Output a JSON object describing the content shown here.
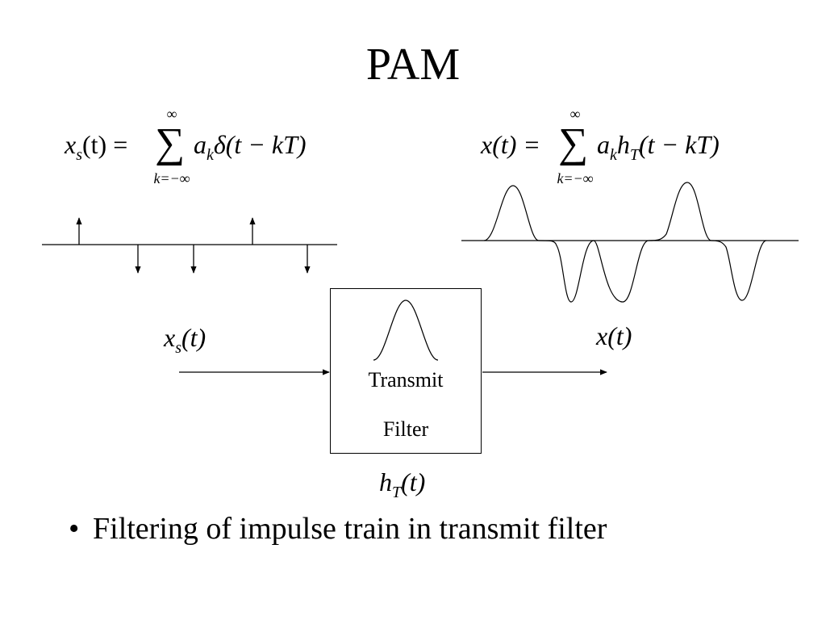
{
  "title": "PAM",
  "eq_left": {
    "lhs_var": "x",
    "lhs_sub": "s",
    "lhs_arg": "(t) =",
    "sum_upper": "∞",
    "sum_lower": "k=−∞",
    "coef": "a",
    "coef_sub": "k",
    "term": "δ(t − kT)"
  },
  "eq_right": {
    "lhs": "x(t) =",
    "sum_upper": "∞",
    "sum_lower": "k=−∞",
    "coef": "a",
    "coef_sub": "k",
    "func": "h",
    "func_sub": "T",
    "term": "(t − kT)"
  },
  "input_label": {
    "var": "x",
    "sub": "s",
    "arg": "(t)"
  },
  "output_label": "x(t)",
  "filter": {
    "line1": "Transmit",
    "line2": "Filter"
  },
  "filter_label": {
    "var": "h",
    "sub": "T",
    "arg": "(t)"
  },
  "bullets": [
    "Filtering of impulse train in transmit filter"
  ]
}
